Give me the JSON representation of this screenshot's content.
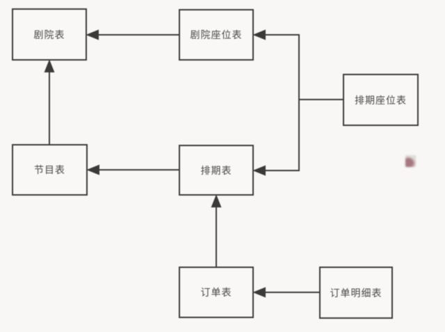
{
  "canvas": {
    "background_color": "#f8f7f5",
    "line_color": "#3a3a3a",
    "text_color": "#474747"
  },
  "diagram": {
    "type": "table-relationship-diagram",
    "nodes": [
      {
        "id": "theater-table",
        "label": "剧院表"
      },
      {
        "id": "theater-seat-table",
        "label": "剧院座位表"
      },
      {
        "id": "schedule-seat-table",
        "label": "排期座位表"
      },
      {
        "id": "program-table",
        "label": "节目表"
      },
      {
        "id": "schedule-table",
        "label": "排期表"
      },
      {
        "id": "order-table",
        "label": "订单表"
      },
      {
        "id": "order-detail-table",
        "label": "订单明细表"
      }
    ],
    "edges": [
      {
        "from": "剧院座位表",
        "to": "剧院表",
        "arrow": "into-to"
      },
      {
        "from": "排期座位表",
        "to": "剧院座位表",
        "arrow": "into-to"
      },
      {
        "from": "排期座位表",
        "to": "排期表",
        "arrow": "into-to"
      },
      {
        "from": "排期表",
        "to": "节目表",
        "arrow": "into-to"
      },
      {
        "from": "节目表",
        "to": "剧院表",
        "arrow": "into-to"
      },
      {
        "from": "订单表",
        "to": "排期表",
        "arrow": "into-to"
      },
      {
        "from": "订单明细表",
        "to": "订单表",
        "arrow": "into-to"
      }
    ]
  }
}
